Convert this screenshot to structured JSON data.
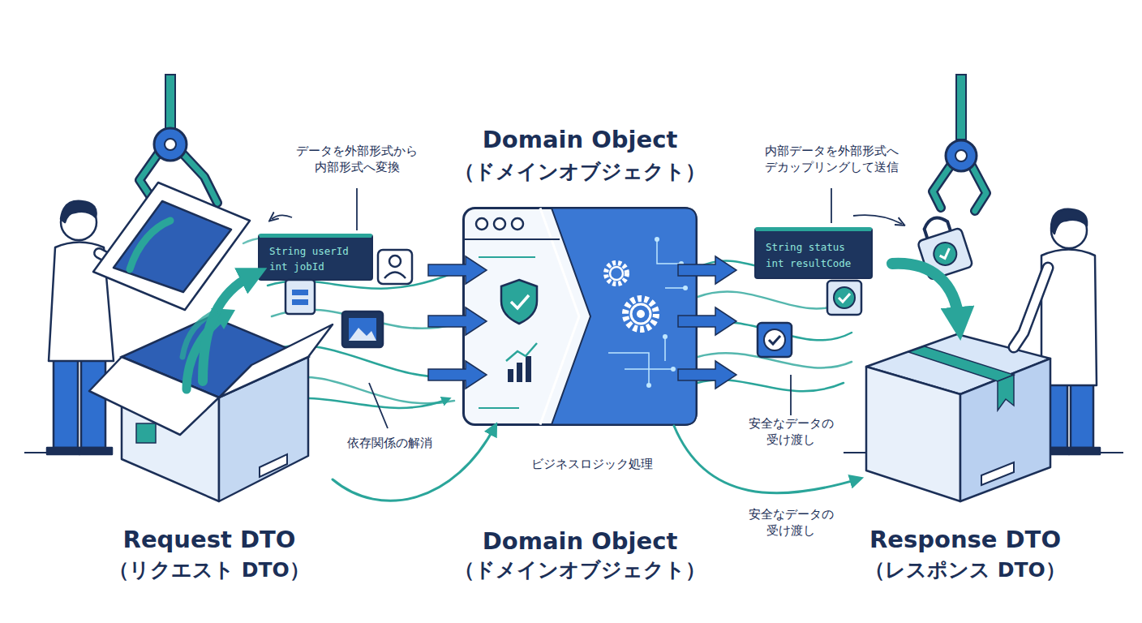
{
  "diagram": {
    "nodes": [
      {
        "text": [
          "Request DTO",
          "（リクエスト DTO）"
        ]
      },
      {
        "text": [
          "String userId",
          "int jobId"
        ]
      },
      {
        "text": [
          "Domain Object",
          "（ドメインオブジェクト）"
        ]
      },
      {
        "text": [
          "String status",
          "int resultCode"
        ]
      },
      {
        "text": [
          "Response DTO",
          "（レスポンス DTO）"
        ]
      }
    ],
    "edges": [
      {
        "from": 0,
        "to": 2,
        "arrow": "to"
      },
      {
        "from": 2,
        "to": 4,
        "arrow": "to"
      }
    ],
    "labels": [
      "データを外部形式から 内部形式へ変換",
      "内部データを外部形式へ デカップリングして送信",
      "依存関係の解消",
      "ビジネスロジック処理",
      "安全なデータの 受け渡し",
      "安全なデータの 受け渡し",
      "Domain Object",
      "（ドメインオブジェクト）"
    ]
  }
}
